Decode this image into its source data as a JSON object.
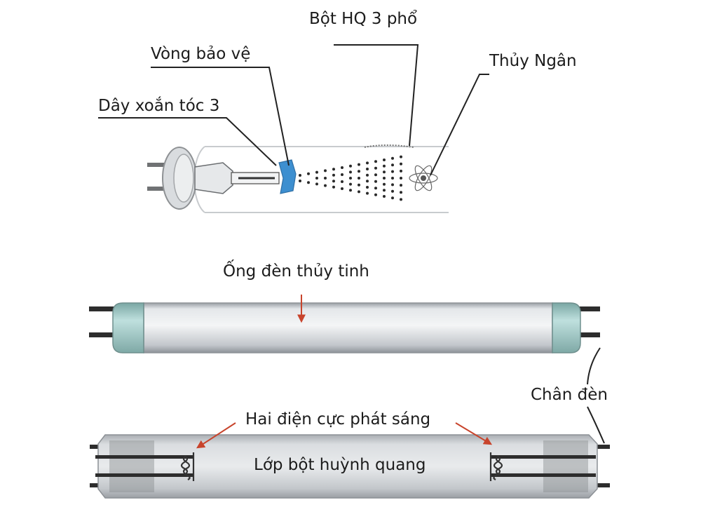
{
  "labels": {
    "phosphor_powder": "Bột HQ 3 phổ",
    "protective_ring": "Vòng bảo vệ",
    "mercury": "Thủy Ngân",
    "coil_filament": "Dây xoắn tóc 3",
    "glass_tube": "Ống đèn thủy tinh",
    "lamp_pins": "Chân đèn",
    "electrodes": "Hai điện cực phát sáng",
    "phosphor_layer": "Lớp bột huỳnh quang"
  },
  "colors": {
    "leader_line": "#222222",
    "arrow_red": "#c8442c",
    "end_cap_teal": "#9fc9c6",
    "ring_blue": "#3d8fd0",
    "tube_gray": "#cfd2d6"
  }
}
